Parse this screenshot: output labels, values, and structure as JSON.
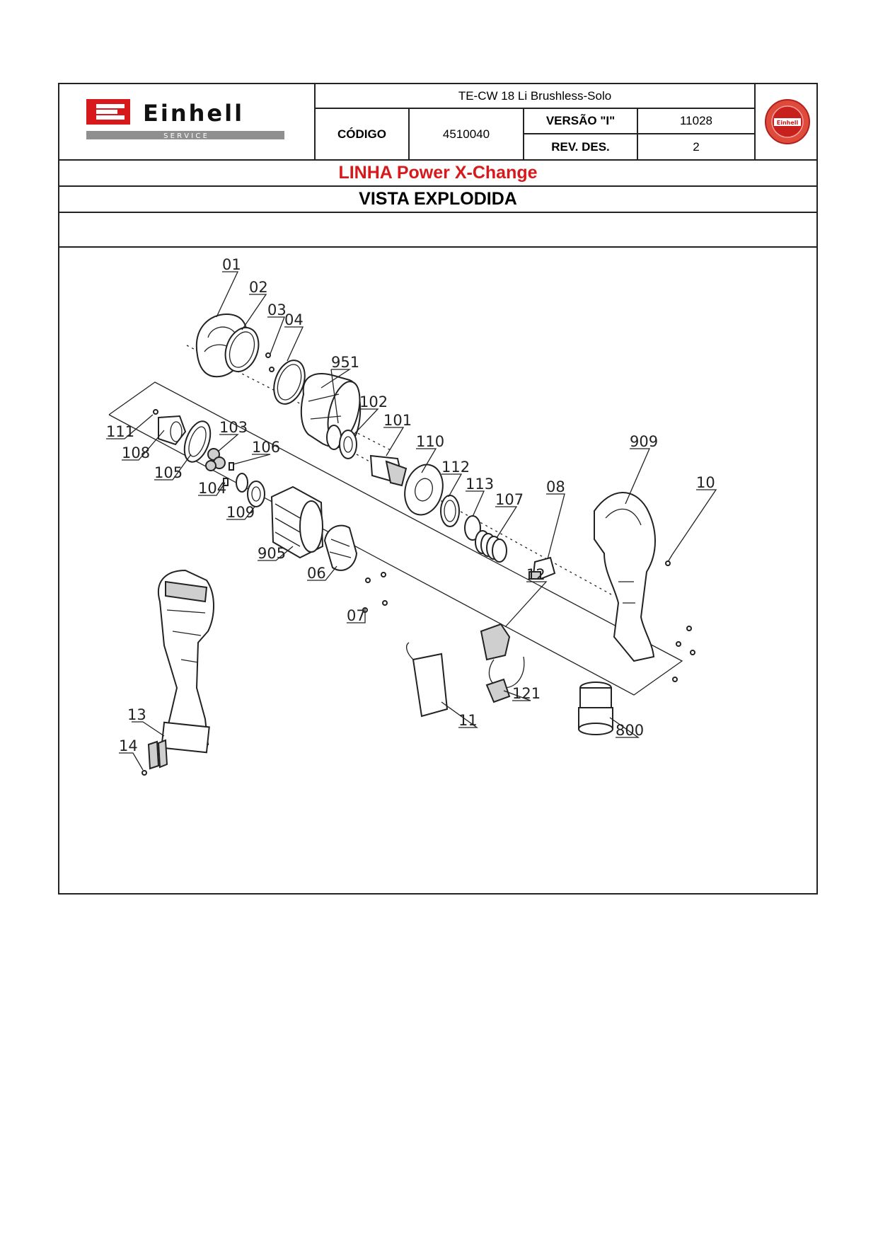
{
  "header": {
    "brand": "Einhell",
    "brand_sub": "S E R V I C E",
    "model": "TE-CW 18 Li Brushless-Solo",
    "code_label": "CÓDIGO",
    "code_value": "4510040",
    "version_label": "VERSÃO \"I\"",
    "version_value": "11028",
    "rev_label": "REV. DES.",
    "rev_value": "2",
    "seal_text": "Einhell"
  },
  "line_title": "LINHA Power X-Change",
  "view_title": "VISTA EXPLODIDA",
  "diagram": {
    "part_labels": [
      "01",
      "02",
      "03",
      "04",
      "951",
      "102",
      "101",
      "110",
      "112",
      "113",
      "107",
      "111",
      "108",
      "105",
      "103",
      "106",
      "104",
      "109",
      "905",
      "06",
      "07",
      "08",
      "909",
      "10",
      "12",
      "121",
      "11",
      "800",
      "13",
      "14"
    ]
  },
  "colors": {
    "brand_red": "#d7191c",
    "border": "#222222"
  }
}
